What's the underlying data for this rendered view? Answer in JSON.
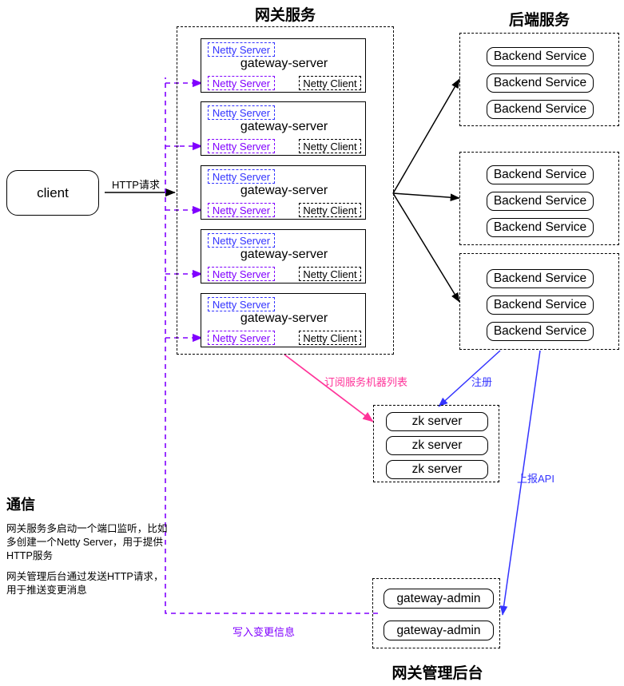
{
  "sections": {
    "gateway": {
      "title": "网关服务"
    },
    "backend": {
      "title": "后端服务"
    },
    "admin": {
      "title": "网关管理后台"
    }
  },
  "client": {
    "label": "client"
  },
  "gateway_servers": [
    {
      "title": "gateway-server",
      "netty_server_top": "Netty Server",
      "netty_server_bottom": "Netty Server",
      "netty_client": "Netty Client"
    },
    {
      "title": "gateway-server",
      "netty_server_top": "Netty Server",
      "netty_server_bottom": "Netty Server",
      "netty_client": "Netty Client"
    },
    {
      "title": "gateway-server",
      "netty_server_top": "Netty Server",
      "netty_server_bottom": "Netty Server",
      "netty_client": "Netty Client"
    },
    {
      "title": "gateway-server",
      "netty_server_top": "Netty Server",
      "netty_server_bottom": "Netty Server",
      "netty_client": "Netty Client"
    },
    {
      "title": "gateway-server",
      "netty_server_top": "Netty Server",
      "netty_server_bottom": "Netty Server",
      "netty_client": "Netty Client"
    }
  ],
  "backend_groups": [
    {
      "services": [
        "Backend Service",
        "Backend Service",
        "Backend Service"
      ]
    },
    {
      "services": [
        "Backend Service",
        "Backend Service",
        "Backend Service"
      ]
    },
    {
      "services": [
        "Backend Service",
        "Backend Service",
        "Backend Service"
      ]
    }
  ],
  "zookeeper": {
    "nodes": [
      "zk server",
      "zk server",
      "zk server"
    ]
  },
  "admin_nodes": [
    "gateway-admin",
    "gateway-admin"
  ],
  "edges": {
    "http_request": "HTTP请求",
    "subscribe": "订阅服务机器列表",
    "register": "注册",
    "report_api": "上报API",
    "write_change": "写入变更信息"
  },
  "notes": {
    "title": "通信",
    "p1": "网关服务多启动一个端口监听，比如多创建一个Netty Server，用于提供HTTP服务",
    "p2": "网关管理后台通过发送HTTP请求，用于推送变更消息"
  },
  "colors": {
    "black": "#000000",
    "blue": "#3333ff",
    "purple": "#8000ff",
    "pink": "#ff3399"
  }
}
